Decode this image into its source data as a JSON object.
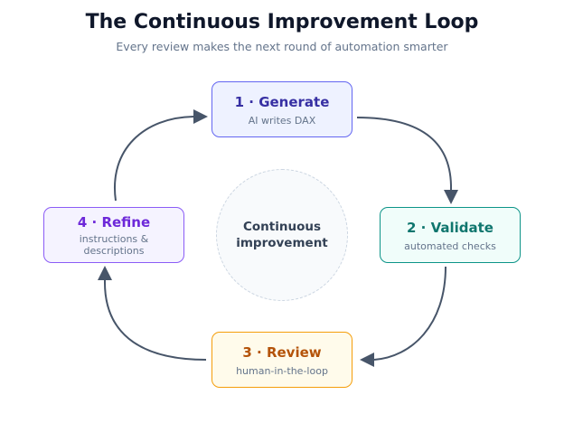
{
  "header": {
    "title": "The Continuous Improvement Loop",
    "subtitle": "Every review makes the next round of automation smarter"
  },
  "center_label": "Continuous\nimprovement",
  "steps": [
    {
      "title": "1 · Generate",
      "subtitle": "AI writes DAX"
    },
    {
      "title": "2 · Validate",
      "subtitle": "automated checks"
    },
    {
      "title": "3 · Review",
      "subtitle": "human-in-the-loop"
    },
    {
      "title": "4 · Refine",
      "subtitle": "instructions &\ndescriptions"
    }
  ],
  "colors": {
    "arrow": "#475569",
    "generate": "#6366f1",
    "validate": "#0d9488",
    "review": "#f59e0b",
    "refine": "#8b5cf6"
  }
}
